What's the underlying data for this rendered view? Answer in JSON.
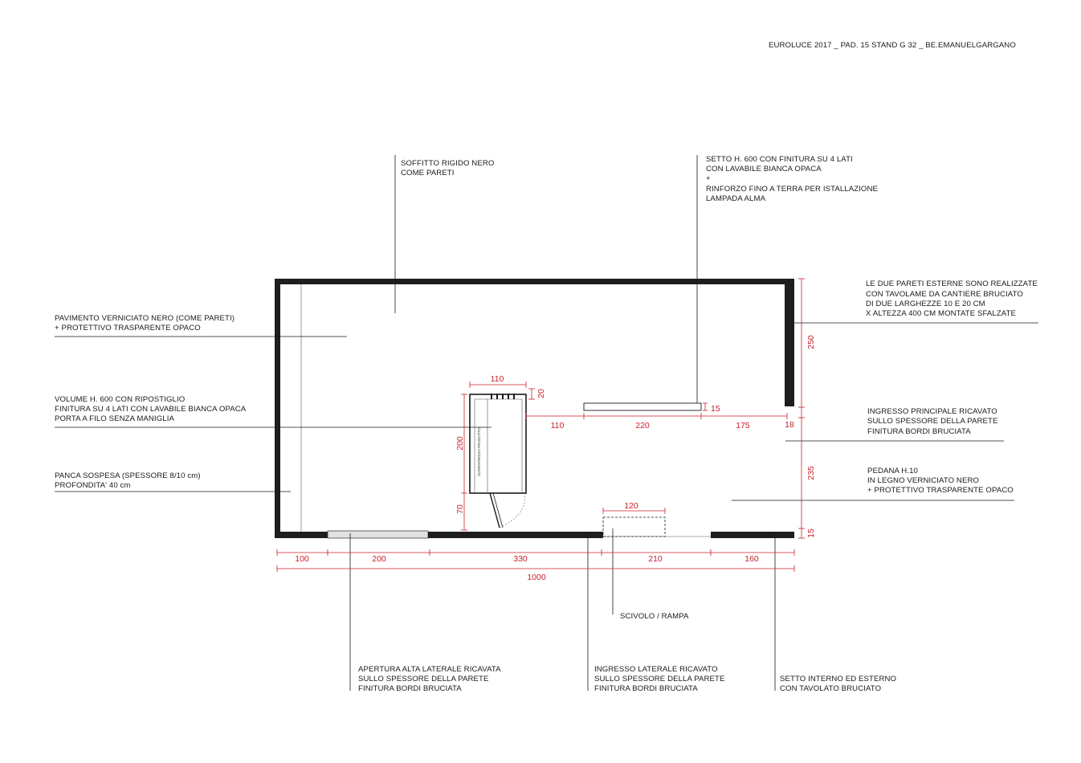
{
  "header": {
    "title": "EUROLUCE 2017 _ PAD. 15 STAND G 32 _ BE.EMANUELGARGANO"
  },
  "notes": {
    "soffitto": [
      "SOFFITTO RIGIDO NERO",
      "COME PARETI"
    ],
    "setto": [
      "SETTO H. 600 CON FINITURA SU 4 LATI",
      "CON LAVABILE BIANCA OPACA",
      "+",
      "RINFORZO FINO A TERRA PER ISTALLAZIONE",
      "LAMPADA ALMA"
    ],
    "pareti_esterne": [
      "LE DUE PARETI ESTERNE SONO REALIZZATE",
      "CON TAVOLAME DA CANTIERE BRUCIATO",
      "DI DUE LARGHEZZE 10 E 20 CM",
      "X ALTEZZA 400 CM MONTATE SFALZATE"
    ],
    "pavimento": [
      "PAVIMENTO VERNICIATO NERO (COME PARETI)",
      "+ PROTETTIVO TRASPARENTE OPACO"
    ],
    "volume": [
      "VOLUME H. 600 CON RIPOSTIGLIO",
      "FINITURA SU 4 LATI CON LAVABILE BIANCA OPACA",
      "PORTA A FILO SENZA MANIGLIA"
    ],
    "panca": [
      "PANCA SOSPESA (SPESSORE 8/10 cm)",
      "PROFONDITA' 40 cm"
    ],
    "ingresso_principale": [
      "INGRESSO PRINCIPALE RICAVATO",
      "SULLO SPESSORE DELLA PARETE",
      "FINITURA BORDI BRUCIATA"
    ],
    "pedana": [
      "PEDANA H.10",
      "IN LEGNO VERNICIATO NERO",
      "+ PROTETTIVO TRASPARENTE OPACO"
    ],
    "scivolo": [
      "SCIVOLO  / RAMPA"
    ],
    "apertura": [
      "APERTURA ALTA LATERALE RICAVATA",
      "SULLO SPESSORE DELLA PARETE",
      "FINITURA BORDI BRUCIATA"
    ],
    "ingresso_laterale": [
      "INGRESSO LATERALE RICAVATO",
      "SULLO SPESSORE DELLA PARETE",
      "FINITURA BORDI BRUCIATA"
    ],
    "setto_interno": [
      "SETTO INTERNO ED ESTERNO",
      "CON TAVOLATO BRUCIATO"
    ]
  },
  "dimensions": {
    "bottom": [
      "100",
      "200",
      "330",
      "210",
      "160"
    ],
    "total": "1000",
    "right": [
      "250",
      "18",
      "235",
      "15"
    ],
    "volume_width": "110",
    "volume_depth": "20",
    "volume_height": "200",
    "door": "70",
    "inner": [
      "110",
      "220",
      "175"
    ],
    "setto_thickness": "15",
    "ramp": "120"
  },
  "volume_text": "SOVRAPREZZO PRODOTTO",
  "colors": {
    "dimension": "#cc1f2a",
    "wall": "#1e1e1e"
  }
}
